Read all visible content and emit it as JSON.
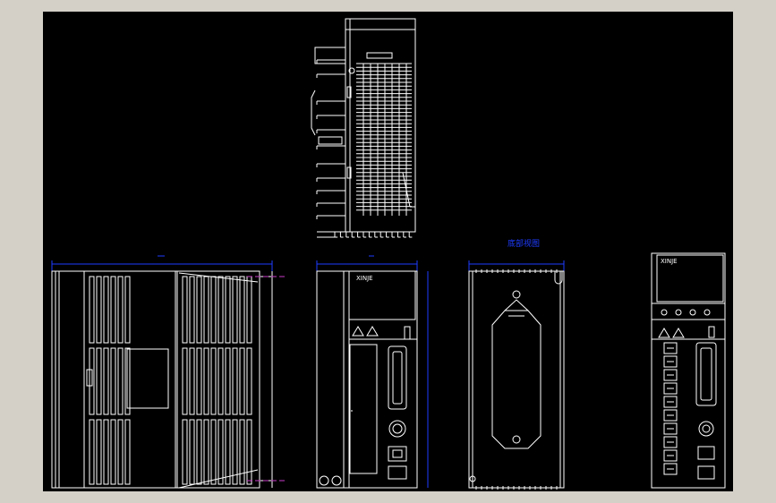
{
  "drawing": {
    "background": "#000000",
    "frame_color": "#d4d0c8",
    "line_color": "#ffffff",
    "dimension_color": "#1e3cff",
    "centerline_color": "#c83cc8"
  },
  "labels": {
    "front_brand": "XINJE",
    "right_brand": "XINJE",
    "rear_view_title": "底部视图"
  },
  "icons": [
    "warning-triangle-icon",
    "db-connector-icon",
    "round-connector-icon",
    "usb-connector-icon",
    "mounting-screw-icon"
  ]
}
